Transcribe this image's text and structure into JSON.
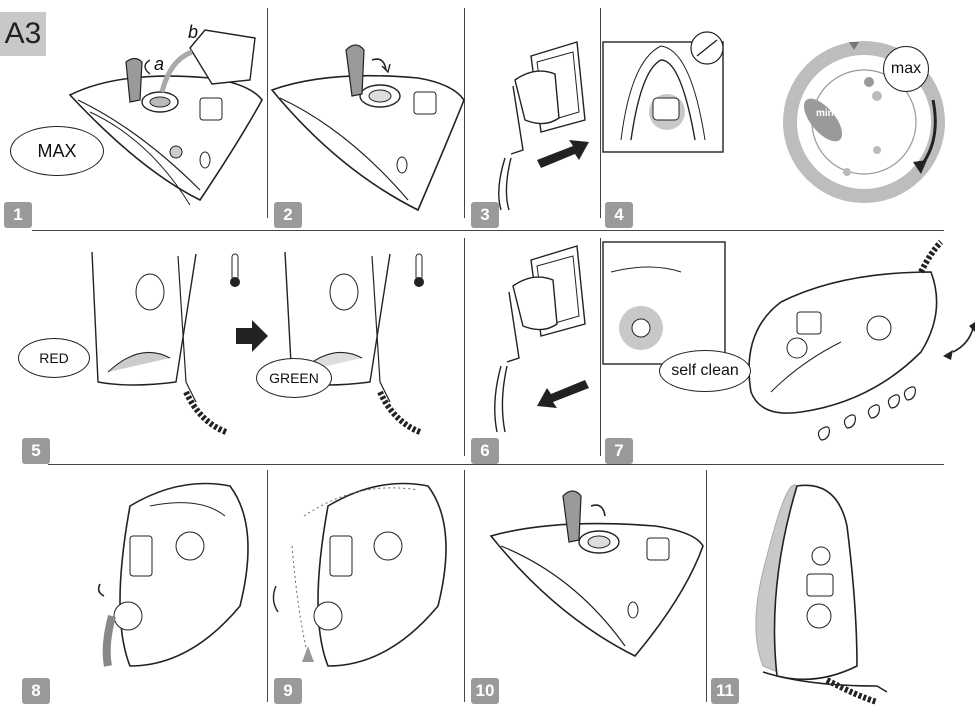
{
  "section_label": "A3",
  "steps": [
    "1",
    "2",
    "3",
    "4",
    "5",
    "6",
    "7",
    "8",
    "9",
    "10",
    "11"
  ],
  "callouts": {
    "max_level": "MAX",
    "dial_max": "max",
    "indicator_red": "RED",
    "indicator_green": "GREEN",
    "self_clean": "self clean"
  },
  "letters": {
    "a": "a",
    "b": "b"
  },
  "dial": {
    "min": "min"
  },
  "icons": {
    "no_steam": "no-steam-icon",
    "thermometer": "thermometer-icon",
    "arrow": "arrow-icon"
  },
  "colors": {
    "badge": "#9a9a9a",
    "shade": "#c8c8c8",
    "line": "#222222"
  }
}
